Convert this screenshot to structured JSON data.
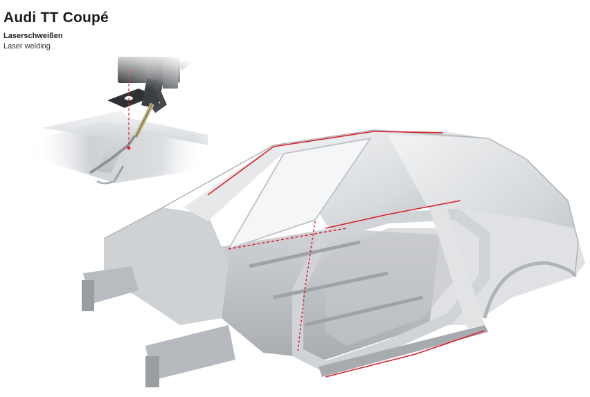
{
  "header": {
    "title": "Audi TT Coupé",
    "subtitle_de": "Laserschweißen",
    "subtitle_en": "Laser welding"
  },
  "colors": {
    "weld_seam": "#d9202a",
    "body_light": "#e4e6e8",
    "body_mid": "#c9cccf",
    "body_dark": "#8c9095",
    "robot_dark": "#3a3c3f"
  },
  "icons": [
    "laser-head-icon",
    "car-body-frame"
  ]
}
